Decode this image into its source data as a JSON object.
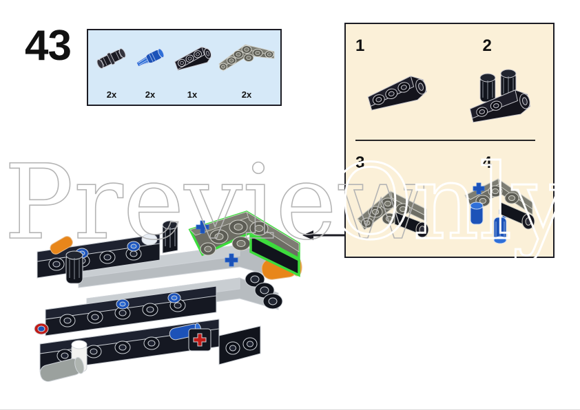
{
  "page": {
    "step_number": "43",
    "watermark": "Preview Only",
    "watermark_words": [
      "Preview",
      "Only"
    ],
    "background_color": "#ffffff"
  },
  "parts_box": {
    "background_color": "#d6e9f8",
    "border_color": "#1b1b23",
    "parts": [
      {
        "name": "pin-black-friction",
        "quantity": "2x",
        "color": "#1a1a22",
        "accent": "#3a3a46"
      },
      {
        "name": "axle-pin-blue",
        "quantity": "2x",
        "color": "#1c52b8",
        "accent": "#2f6fd8"
      },
      {
        "name": "beam-3l-black",
        "quantity": "1x",
        "color": "#14141c",
        "accent": "#2c2c38"
      },
      {
        "name": "triangle-beam-dark-gray",
        "quantity": "2x",
        "color": "#6d6d64",
        "accent": "#8a8a80"
      }
    ]
  },
  "substep_panel": {
    "background_color": "#fbf0d8",
    "border_color": "#1b1b23",
    "separator_color": "#262626",
    "steps": [
      {
        "label": "1",
        "name": "substep-1-black-beam"
      },
      {
        "label": "2",
        "name": "substep-2-beam-with-pins"
      },
      {
        "label": "3",
        "name": "substep-3-triangle-beam-assembly"
      },
      {
        "label": "4",
        "name": "substep-4-triangle-beam-with-blue-pins"
      }
    ]
  },
  "model": {
    "name": "technic-chassis-assembly",
    "highlight_color": "#3ddc3d",
    "colors": {
      "black": "#11141c",
      "dark_gray": "#6d6d64",
      "light_gray": "#b7bcc0",
      "blue": "#1c52b8",
      "orange": "#e8861a",
      "red": "#c01a16",
      "white": "#f2f2f0"
    }
  },
  "arrow": {
    "name": "panel-to-model-arrow",
    "color": "#1b1b23",
    "direction": "left"
  }
}
